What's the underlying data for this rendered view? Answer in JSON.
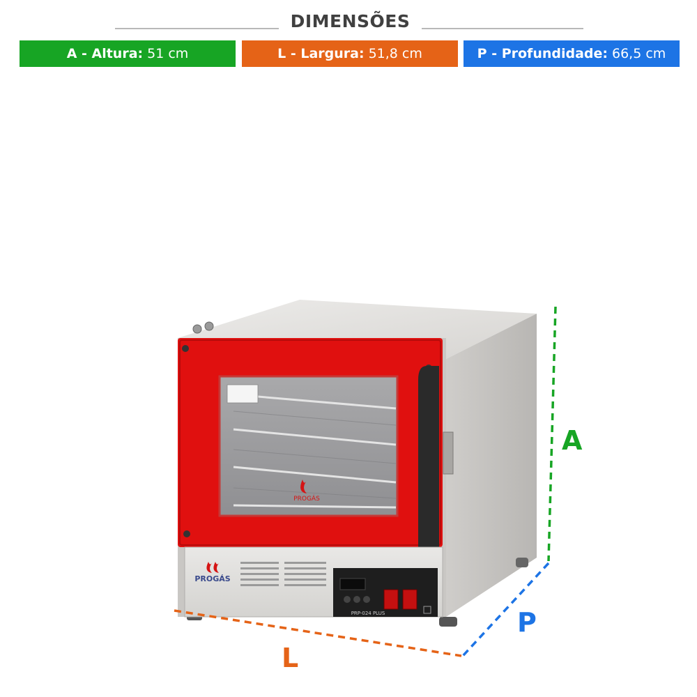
{
  "header": {
    "title": "DIMENSÕES"
  },
  "dimensions": {
    "altura": {
      "label": "A - Altura:",
      "value": "51 cm",
      "color": "#17a524"
    },
    "largura": {
      "label": "L - Largura:",
      "value": "51,8 cm",
      "color": "#e56317"
    },
    "profundidade": {
      "label": "P - Profundidade:",
      "value": "66,5 cm",
      "color": "#1d74e5"
    }
  },
  "diagram_letters": {
    "a": "A",
    "l": "L",
    "p": "P"
  },
  "product": {
    "brand": "PROGÁS",
    "model": "PRP-024 PLUS",
    "door_color": "#e0100f"
  }
}
